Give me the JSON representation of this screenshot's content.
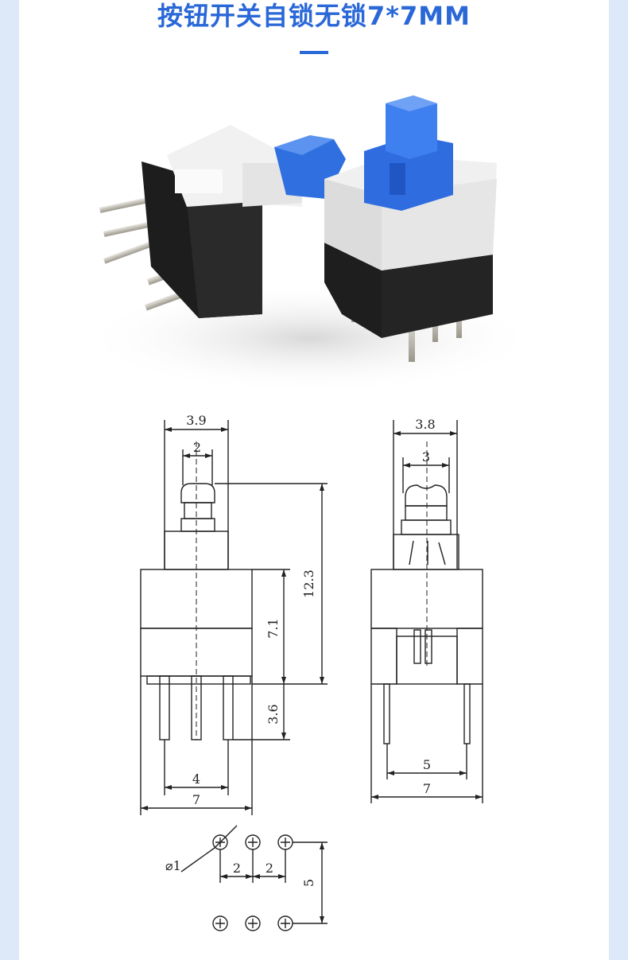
{
  "page": {
    "title": "按钮开关自锁无锁7*7MM",
    "accent": "#2a68d8",
    "background": "#dde8f8"
  },
  "drawing": {
    "front": {
      "top_width": "3.9",
      "cap_width": "2",
      "total_height": "12.3",
      "body_height": "7.1",
      "pin_length": "3.6",
      "pin_span": "4",
      "body_width": "7"
    },
    "side": {
      "top_width": "3.8",
      "cap_width": "3",
      "pin_span": "5",
      "body_width": "7"
    },
    "footprint": {
      "hole_diameter": "⌀1",
      "pitch_1": "2",
      "pitch_2": "2",
      "row_spacing": "5"
    }
  }
}
